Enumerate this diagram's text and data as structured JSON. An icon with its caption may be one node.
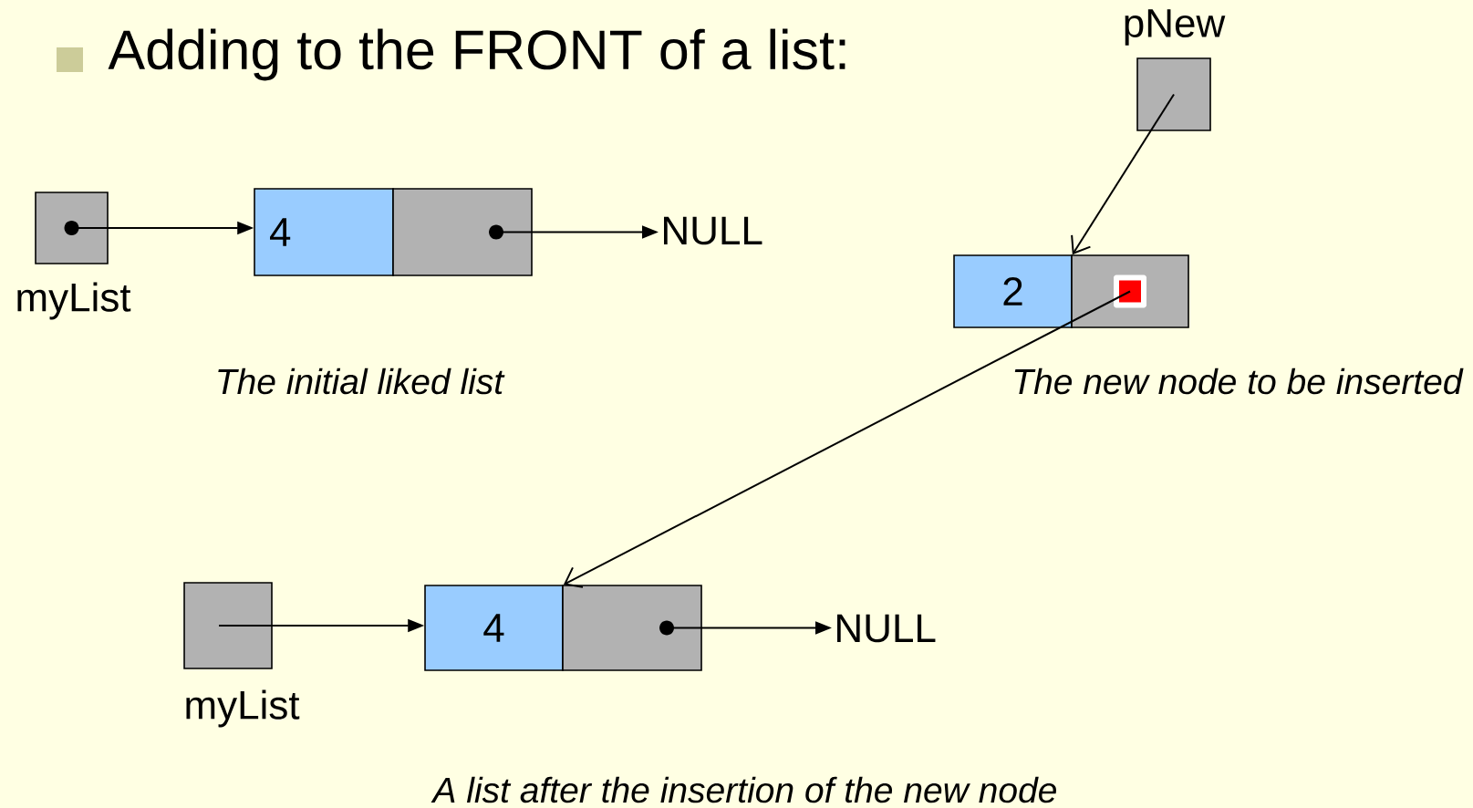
{
  "diagram": {
    "title": "Adding to the FRONT of a list:",
    "nodes": [
      {
        "text": [],
        "shape": "box",
        "beside": [
          "myList"
        ]
      },
      {
        "text": [
          "4"
        ]
      },
      {
        "text": [],
        "shape": "box"
      },
      {
        "text": [
          "NULL"
        ]
      },
      {
        "text": [],
        "shape": "box",
        "beside": [
          "pNew"
        ]
      },
      {
        "text": [
          "2"
        ]
      },
      {
        "text": [],
        "shape": "box"
      },
      {
        "text": [],
        "shape": "box",
        "beside": [
          "myList"
        ]
      },
      {
        "text": [
          "4"
        ]
      },
      {
        "text": [],
        "shape": "box"
      },
      {
        "text": [
          "NULL"
        ]
      }
    ],
    "edges": [
      {
        "from": 0,
        "to": 1,
        "arrow": "to"
      },
      {
        "from": 2,
        "to": 3,
        "arrow": "to"
      },
      {
        "from": 4,
        "to": 5,
        "arrow": "to"
      },
      {
        "from": 6,
        "to": 8,
        "arrow": "to"
      },
      {
        "from": 7,
        "to": 8,
        "arrow": "to"
      },
      {
        "from": 9,
        "to": 10,
        "arrow": "to"
      }
    ],
    "labels": [
      "The initial liked list",
      "The new node to be inserted",
      "A list after the insertion of the new node"
    ]
  }
}
